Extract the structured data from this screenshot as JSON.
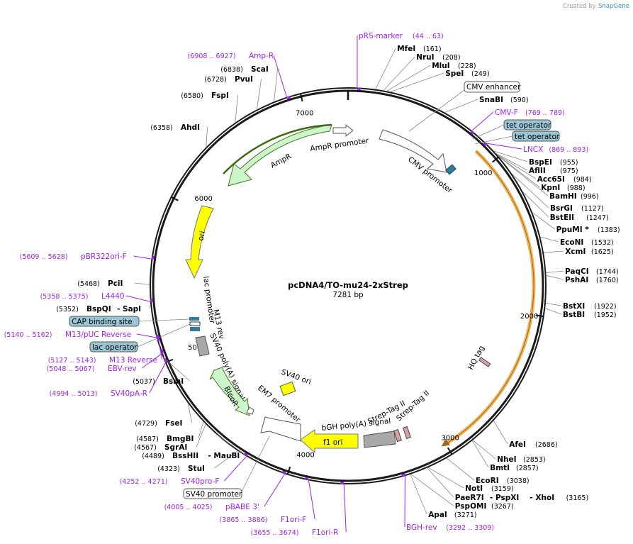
{
  "plasmid": {
    "name": "pcDNA4/TO-mu24-2xStrep",
    "length_label": "7281 bp"
  },
  "credit": {
    "created_by": "Created by",
    "brand": "SnapGene"
  },
  "ticks": [
    "1000",
    "2000",
    "3000",
    "4000",
    "5000",
    "6000",
    "7000"
  ],
  "enzymes": [
    {
      "name": "MfeI",
      "pos": "(161)"
    },
    {
      "name": "NruI",
      "pos": "(208)"
    },
    {
      "name": "MluI",
      "pos": "(228)"
    },
    {
      "name": "SpeI",
      "pos": "(249)"
    },
    {
      "name": "SnaBI",
      "pos": "(590)"
    },
    {
      "name": "BspEI",
      "pos": "(955)"
    },
    {
      "name": "AflII",
      "pos": "(975)"
    },
    {
      "name": "Acc65I",
      "pos": "(984)"
    },
    {
      "name": "KpnI",
      "pos": "(988)"
    },
    {
      "name": "BamHI",
      "pos": "(996)"
    },
    {
      "name": "BsrGI",
      "pos": "(1127)"
    },
    {
      "name": "BstEII",
      "pos": "(1247)"
    },
    {
      "name": "PpuMI *",
      "pos": "(1383)"
    },
    {
      "name": "EcoNI",
      "pos": "(1532)"
    },
    {
      "name": "XcmI",
      "pos": "(1625)"
    },
    {
      "name": "PaqCI",
      "pos": "(1744)"
    },
    {
      "name": "PshAI",
      "pos": "(1760)"
    },
    {
      "name": "BstXI",
      "pos": "(1922)"
    },
    {
      "name": "BstBI",
      "pos": "(1952)"
    },
    {
      "name": "AfeI",
      "pos": "(2686)"
    },
    {
      "name": "NheI",
      "pos": "(2853)"
    },
    {
      "name": "BmtI",
      "pos": "(2857)"
    },
    {
      "name": "EcoRI",
      "pos": "(3038)"
    },
    {
      "name": "NotI",
      "pos": "(3159)"
    },
    {
      "name": "PaeR7I",
      "pos": "(3165)",
      "extra1": "- PspXI",
      "extra2": "- XhoI"
    },
    {
      "name": "PspOMI",
      "pos": "(3267)"
    },
    {
      "name": "ApaI",
      "pos": "(3271)"
    },
    {
      "name": "StuI",
      "pos": "(4323)"
    },
    {
      "name": "BssHII",
      "pos": "(4489)",
      "extra1": "- MauBI"
    },
    {
      "name": "SgrAI",
      "pos": "(4567)"
    },
    {
      "name": "BmgBI",
      "pos": "(4587)"
    },
    {
      "name": "FseI",
      "pos": "(4729)"
    },
    {
      "name": "BsmI",
      "pos": "(5037)"
    },
    {
      "name": "BspQI",
      "pos": "(5352)",
      "extra1": "- SapI"
    },
    {
      "name": "PciI",
      "pos": "(5468)"
    },
    {
      "name": "AhdI",
      "pos": "(6358)"
    },
    {
      "name": "FspI",
      "pos": "(6580)"
    },
    {
      "name": "PvuI",
      "pos": "(6728)"
    },
    {
      "name": "ScaI",
      "pos": "(6838)"
    }
  ],
  "primers": [
    {
      "name": "pRS-marker",
      "pos": "(44 .. 63)"
    },
    {
      "name": "CMV-F",
      "pos": "(769 .. 789)"
    },
    {
      "name": "LNCX",
      "pos": "(869 .. 893)"
    },
    {
      "name": "HQ tag",
      "pos": ""
    },
    {
      "name": "BGH-rev",
      "pos": "(3292 .. 3309)"
    },
    {
      "name": "F1ori-R",
      "pos": "(3655 .. 3674)"
    },
    {
      "name": "F1ori-F",
      "pos": "(3865 .. 3886)"
    },
    {
      "name": "pBABE 3'",
      "pos": "(4005 .. 4025)"
    },
    {
      "name": "SV40pro-F",
      "pos": "(4252 .. 4271)"
    },
    {
      "name": "SV40pA-R",
      "pos": "(4994 .. 5013)"
    },
    {
      "name": "EBV-rev",
      "pos": "(5048 .. 5067)"
    },
    {
      "name": "M13 Reverse",
      "pos": "(5127 .. 5143)"
    },
    {
      "name": "M13/pUC Reverse",
      "pos": "(5140 .. 5162)"
    },
    {
      "name": "L4440",
      "pos": "(5358 .. 5375)"
    },
    {
      "name": "pBR322ori-F",
      "pos": "(5609 .. 5628)"
    },
    {
      "name": "Amp-R",
      "pos": "(6908 .. 6927)"
    }
  ],
  "boxed": {
    "cmv_enhancer": "CMV enhancer",
    "tet_operator_1": "tet operator",
    "tet_operator_2": "tet operator",
    "cap_binding_site": "CAP binding site",
    "lac_operator": "lac operator",
    "sv40_promoter": "SV40 promoter"
  },
  "features": {
    "cmv_promoter": "CMV promoter",
    "ampr_promoter": "AmpR promoter",
    "ampr": "AmpR",
    "ori": "ori",
    "lac_promoter": "lac promoter",
    "m13_rev": "M13 rev",
    "sv40_polya": "SV40 poly(A) signal",
    "bleor": "BleoR",
    "em7_promoter": "EM7 promoter",
    "sv40_ori": "SV40 ori",
    "f1_ori": "f1 ori",
    "bgh_polya": "bGH poly(A) signal",
    "strep_tag_1": "Strep-Tag II",
    "strep_tag_2": "Strep-Tag II",
    "hq_tag": "HQ tag"
  },
  "colors": {
    "backbone": "#1a1a1a",
    "primer": "#a020f0",
    "ampr_fill": "#ccf5cc",
    "ampr_stroke": "#4a7a20",
    "ori_fill": "#ffff00",
    "operator_fill": "#99c5d5",
    "orf_highlight": "#f3b35a",
    "strep_fill": "#d8a0a8",
    "promoter_fill": "#ffffff",
    "polya_fill": "#a8a8a8"
  }
}
